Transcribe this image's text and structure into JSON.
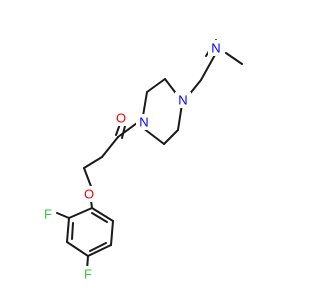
{
  "colors": {
    "bond": "#1a1a1a",
    "nitrogen": "#0000ff",
    "oxygen": "#ff0000",
    "fluorine": "#33cc33",
    "background": "#ffffff"
  },
  "atoms": {
    "n_methyl": "N",
    "n_pip_right": "N",
    "n_pip_left": "N",
    "o_carbonyl": "O",
    "o_ether": "O",
    "f_ortho": "F",
    "f_para": "F"
  }
}
